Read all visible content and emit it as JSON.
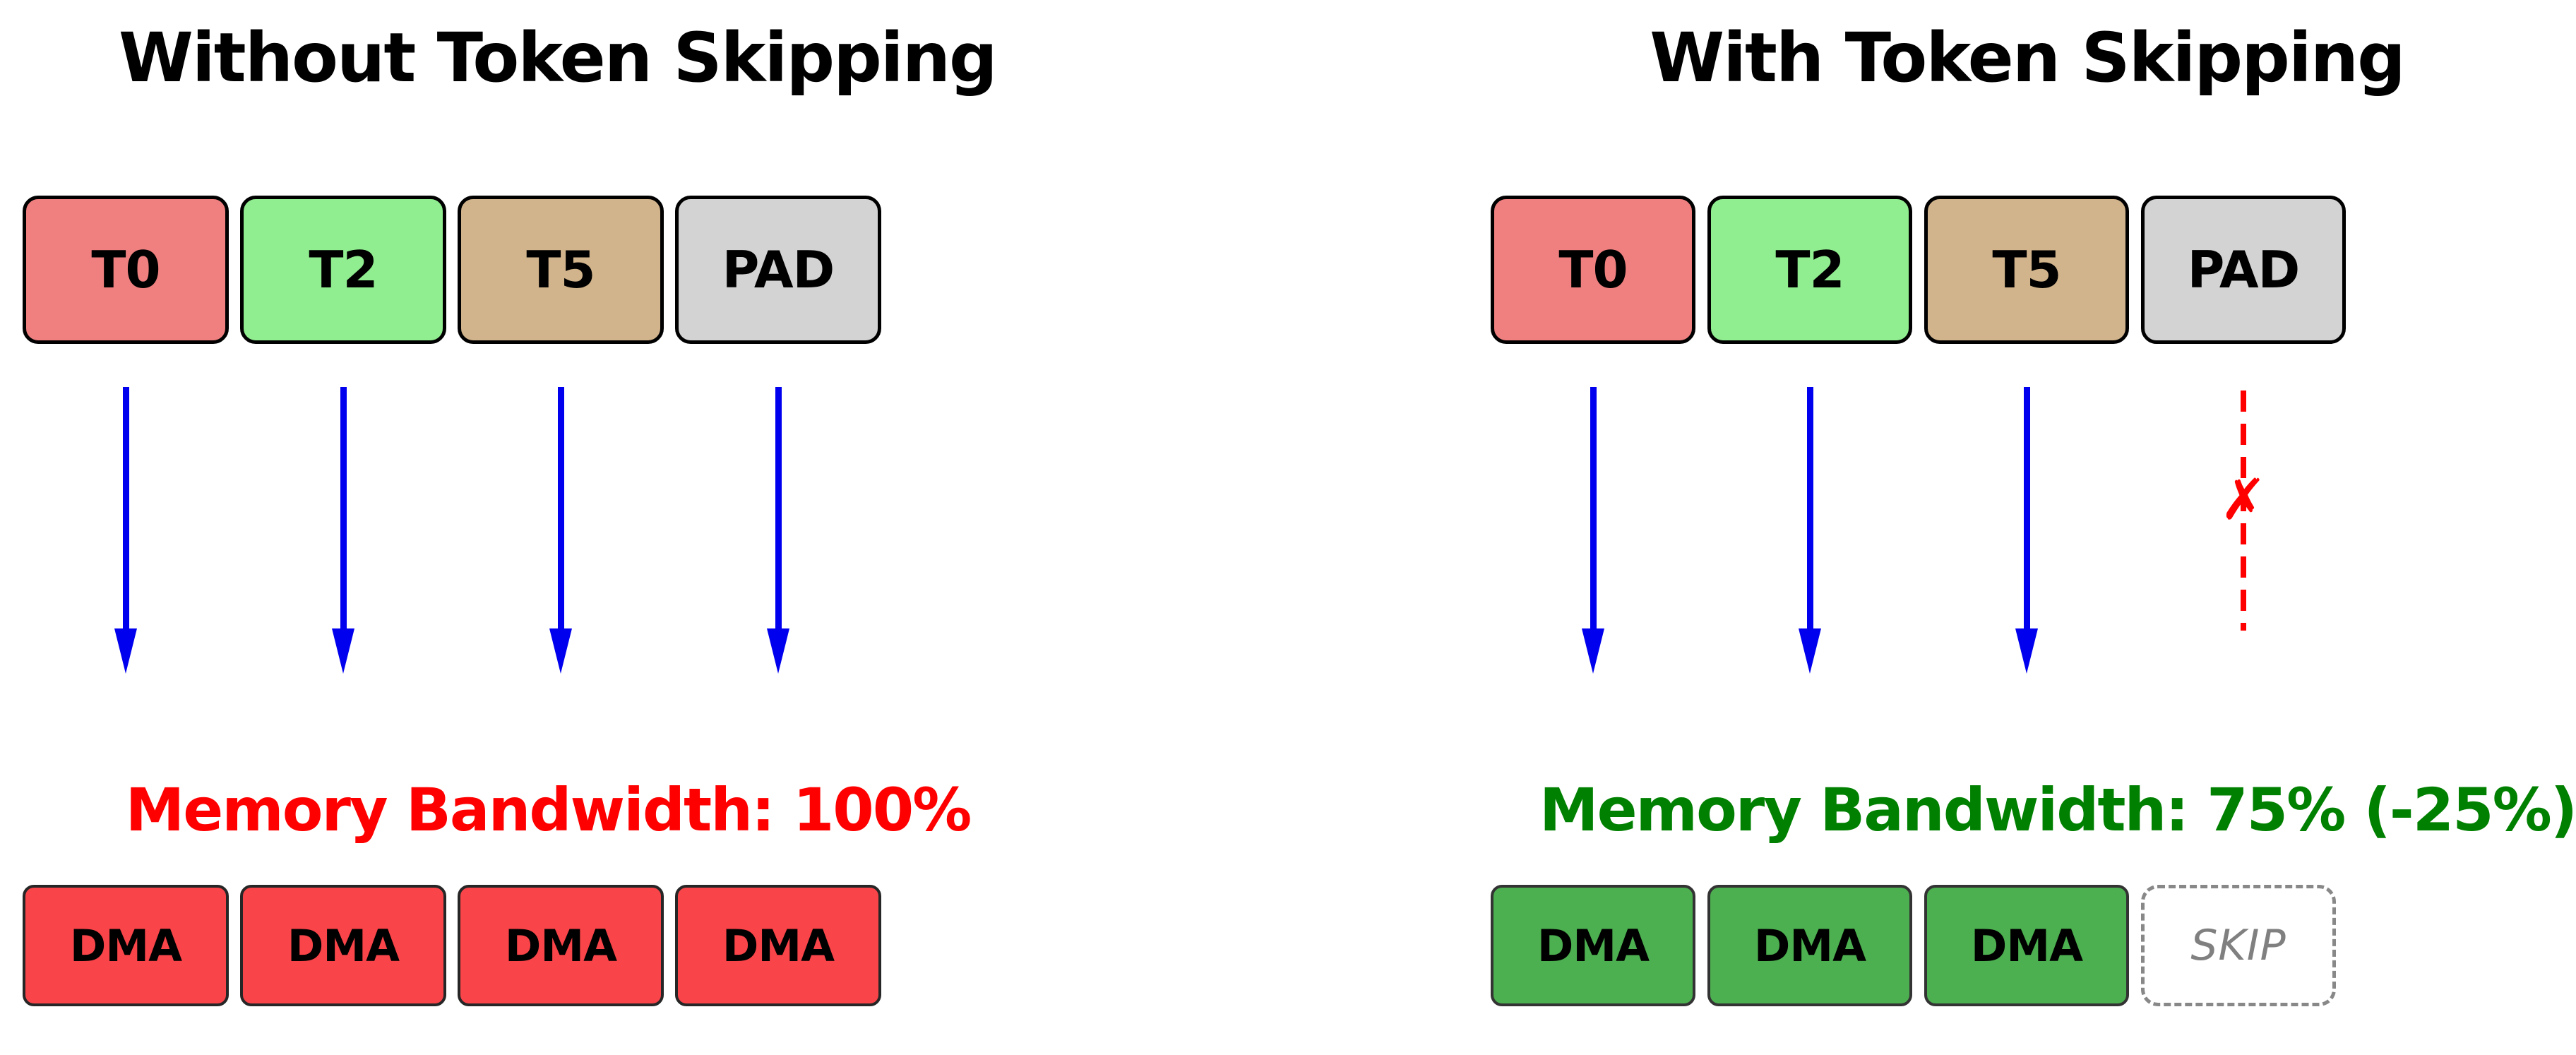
{
  "diagram": {
    "arrow_color": "#0000EE",
    "left": {
      "title": "Without Token Skipping",
      "tokens": [
        {
          "label": "T0",
          "fill": "#F08080"
        },
        {
          "label": "T2",
          "fill": "#90EE90"
        },
        {
          "label": "T5",
          "fill": "#D2B48C"
        },
        {
          "label": "PAD",
          "fill": "#D3D3D3"
        }
      ],
      "bandwidth": {
        "text": "Memory Bandwidth: 100%",
        "color": "#FF0000"
      },
      "dma": [
        {
          "label": "DMA",
          "fill": "#F94449"
        },
        {
          "label": "DMA",
          "fill": "#F94449"
        },
        {
          "label": "DMA",
          "fill": "#F94449"
        },
        {
          "label": "DMA",
          "fill": "#F94449"
        }
      ]
    },
    "right": {
      "title": "With Token Skipping",
      "tokens": [
        {
          "label": "T0",
          "fill": "#F08080"
        },
        {
          "label": "T2",
          "fill": "#90EE90"
        },
        {
          "label": "T5",
          "fill": "#D2B48C"
        },
        {
          "label": "PAD",
          "fill": "#D3D3D3"
        }
      ],
      "bandwidth": {
        "text": "Memory Bandwidth: 75% (-25%)",
        "color": "#008000"
      },
      "dma": [
        {
          "label": "DMA",
          "fill": "#4CAF50"
        },
        {
          "label": "DMA",
          "fill": "#4CAF50"
        },
        {
          "label": "DMA",
          "fill": "#4CAF50"
        }
      ],
      "skip": {
        "label": "SKIP",
        "x_mark": "✗",
        "line_color": "#FF0000",
        "border_color": "#888888",
        "text_color": "#808080"
      }
    }
  }
}
